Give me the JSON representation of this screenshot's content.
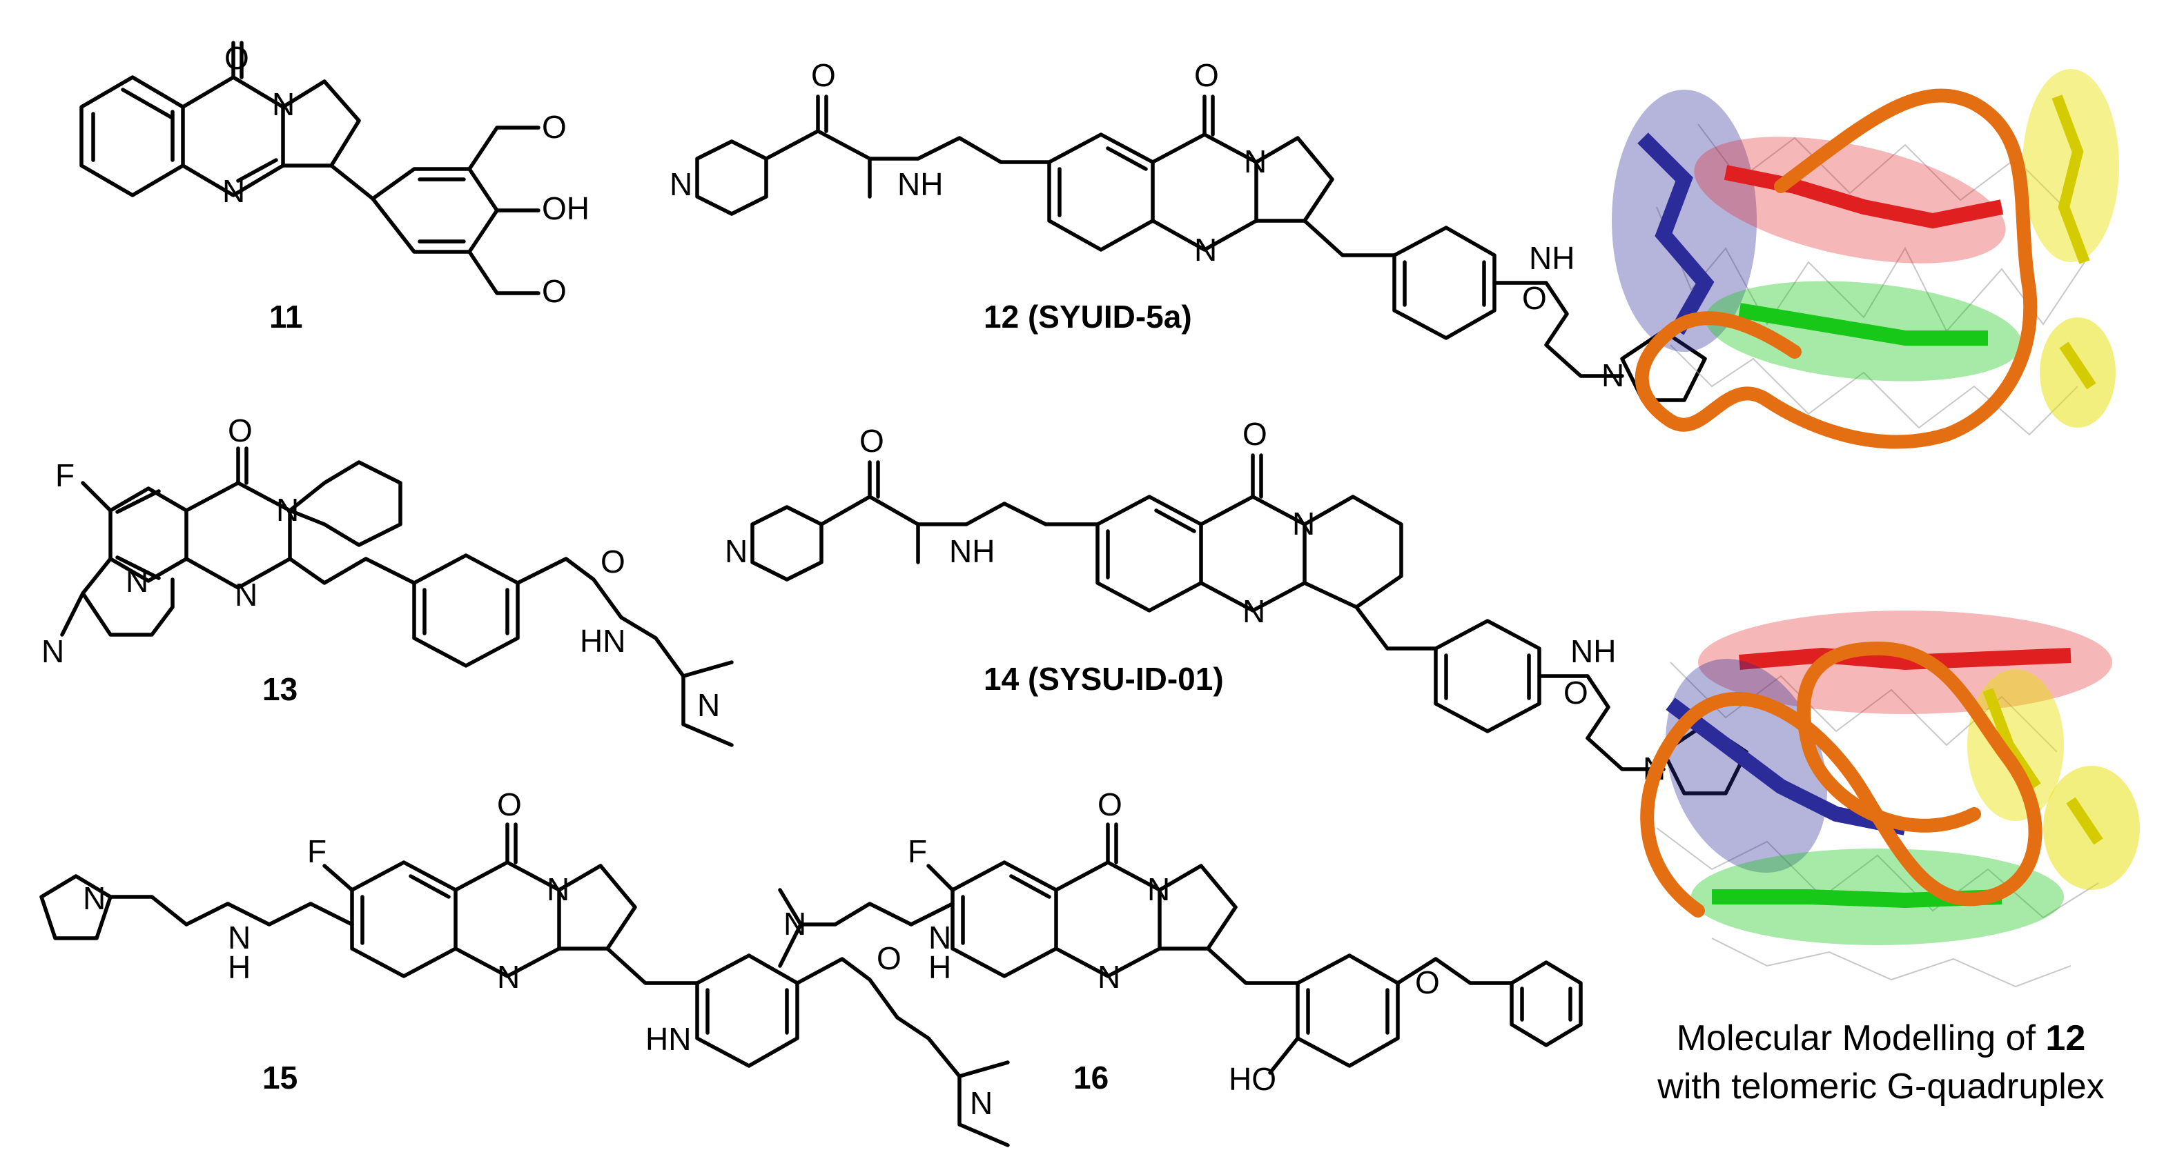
{
  "compounds": {
    "c11": {
      "label": "11"
    },
    "c12": {
      "label": "12 (SYUID-5a)"
    },
    "c13": {
      "label": "13"
    },
    "c14": {
      "label": "14 (SYSU-ID-01)"
    },
    "c15": {
      "label": "15"
    },
    "c16": {
      "label": "16"
    }
  },
  "atoms": {
    "O": "O",
    "N": "N",
    "NH": "NH",
    "HN": "HN",
    "OH": "OH",
    "HO": "HO",
    "F": "F",
    "H": "H"
  },
  "caption": {
    "line1_prefix": "Molecular Modelling of ",
    "line1_bold": "12",
    "line2": "with telomeric G-quadruplex"
  },
  "colors": {
    "blue": "#2b2b9a",
    "red": "#e02020",
    "green": "#18c818",
    "yellow": "#e8e000",
    "backbone": "#e36f12",
    "wire": "#9a9a9a"
  }
}
